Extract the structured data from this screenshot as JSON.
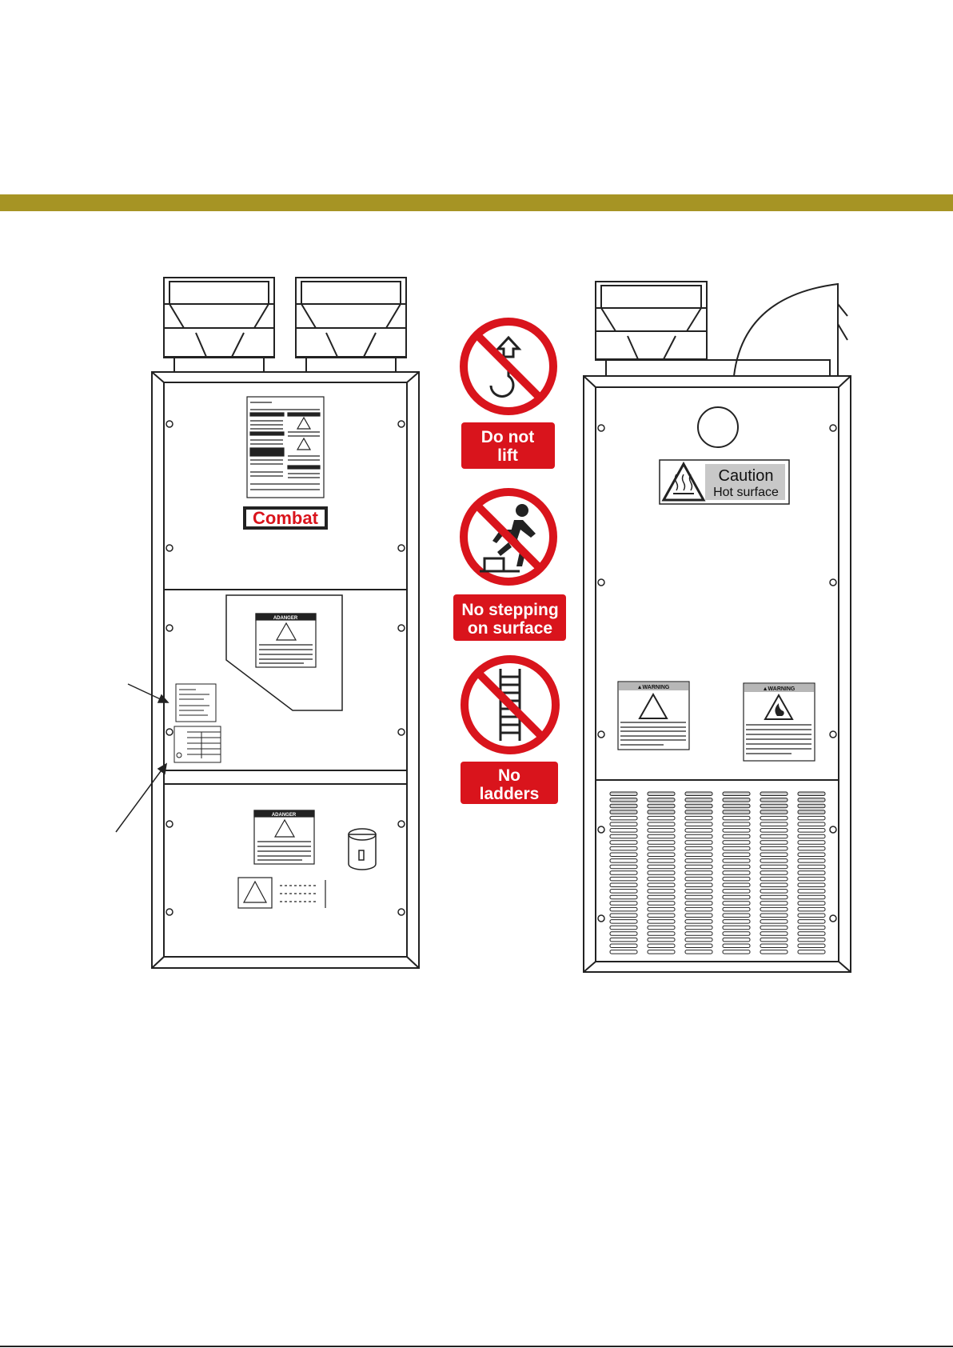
{
  "colors": {
    "header_band": "#a69424",
    "sign_red": "#d9141c",
    "line": "#222222",
    "caution_panel": "#c8c8c8",
    "warning_header": "#b7b7b7"
  },
  "signs": {
    "no_lift": {
      "line1": "Do not",
      "line2": "lift",
      "icon": "no-lifting-hook-icon"
    },
    "no_step": {
      "line1": "No stepping",
      "line2": "on surface",
      "icon": "no-stepping-icon"
    },
    "no_ladder": {
      "line1": "No",
      "line2": "ladders",
      "icon": "no-ladder-icon"
    }
  },
  "left_unit": {
    "brand": "Combat",
    "danger_label_1": "ADANGER",
    "danger_label_2": "ADANGER"
  },
  "right_unit": {
    "caution_title": "Caution",
    "caution_subtitle": "Hot surface",
    "warning_label_1": "▲WARNING",
    "warning_label_2": "▲WARNING"
  }
}
